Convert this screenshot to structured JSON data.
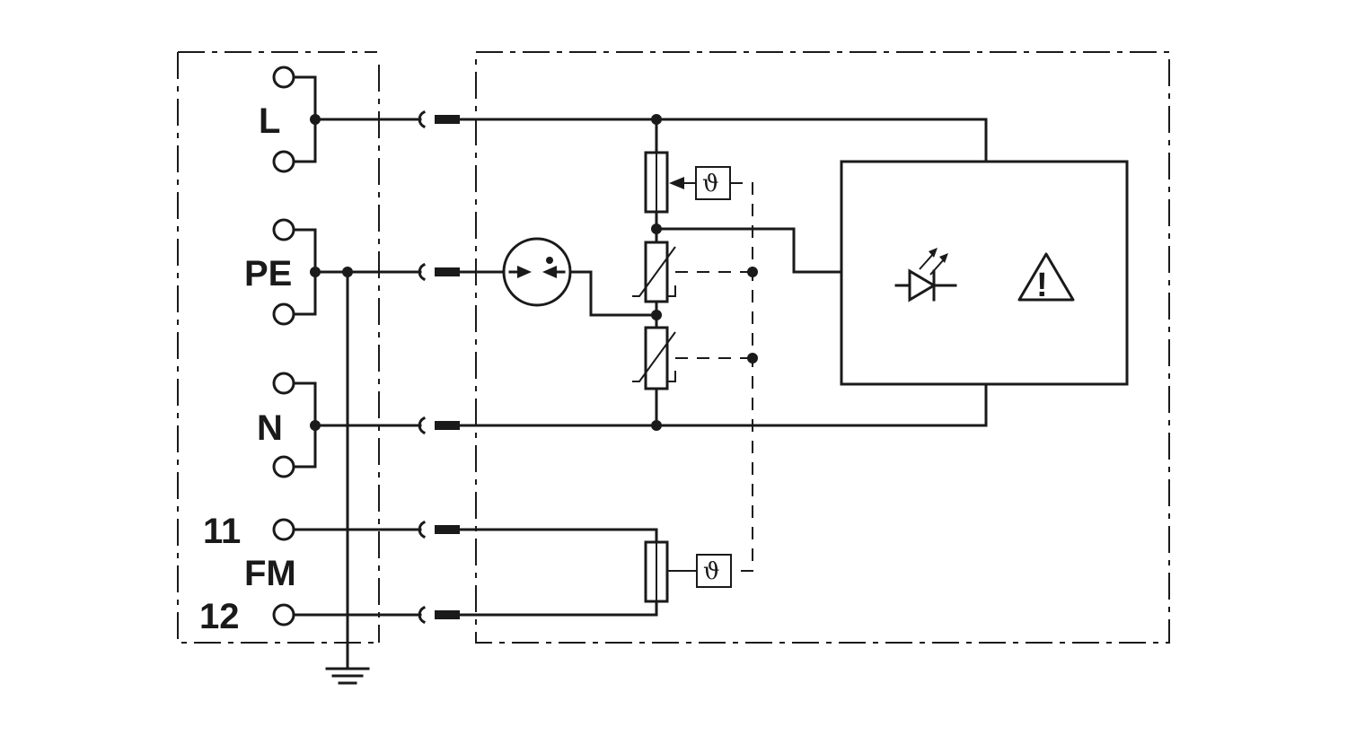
{
  "terminals": {
    "line": "L",
    "protective_earth": "PE",
    "neutral": "N",
    "contact_11": "11",
    "floating_contact": "FM",
    "contact_12": "12"
  },
  "symbols": {
    "thermal_symbol": "ϑ",
    "warning_mark": "!"
  },
  "icons": [
    "led-icon",
    "warning-triangle-icon",
    "ground-icon",
    "gas-discharge-tube-icon",
    "varistor-icon"
  ],
  "colors": {
    "line": "#1a1a1a",
    "background": "#ffffff"
  }
}
